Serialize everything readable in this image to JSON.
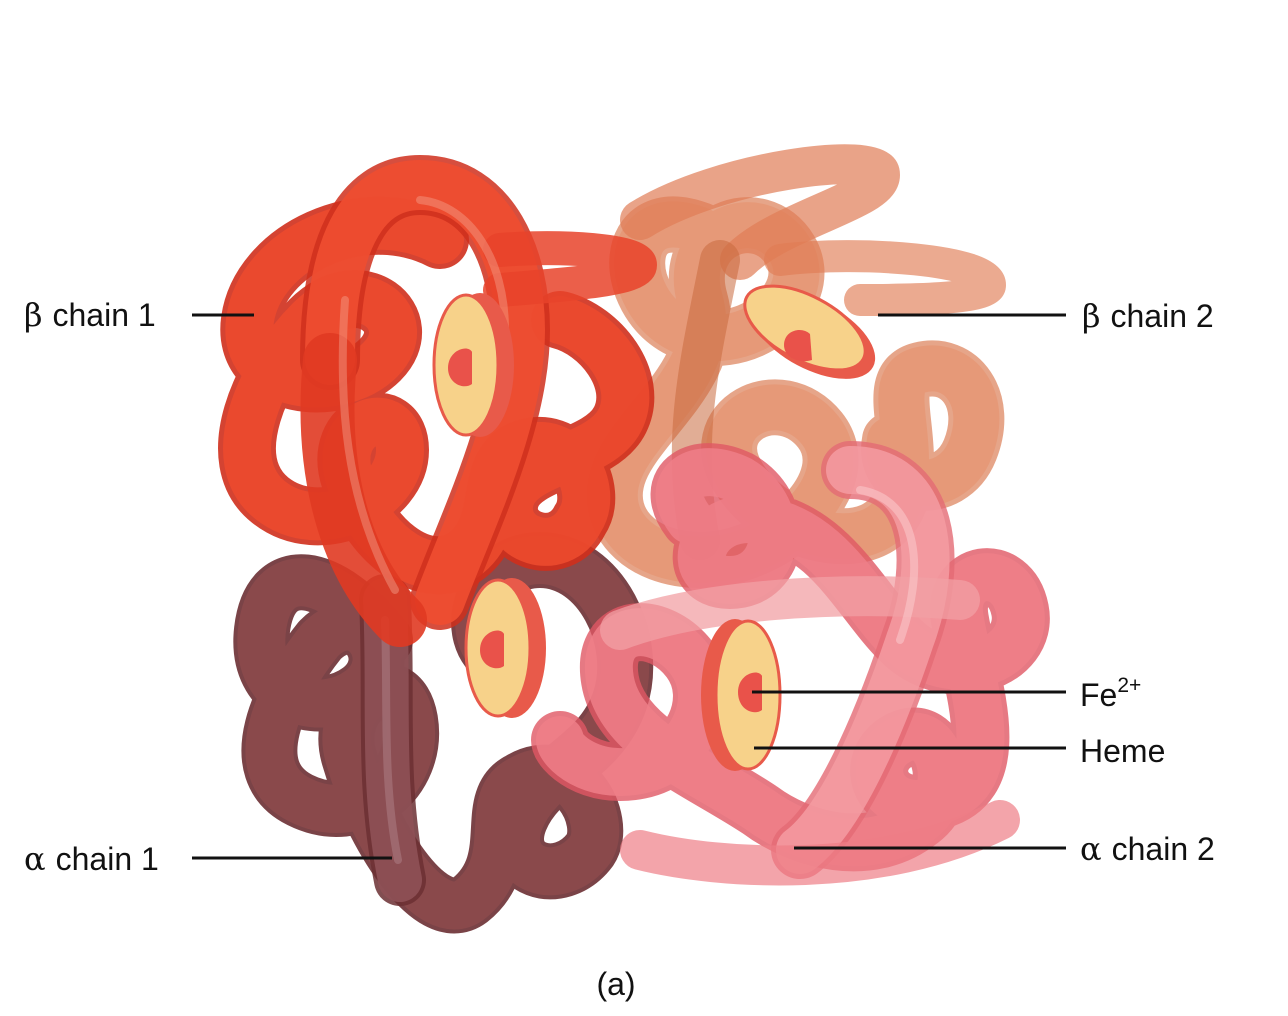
{
  "labels": {
    "beta1": {
      "symbol": "β",
      "text": "chain 1"
    },
    "beta2": {
      "symbol": "β",
      "text": "chain 2"
    },
    "alpha1": {
      "symbol": "α",
      "text": "chain 1"
    },
    "alpha2": {
      "symbol": "α",
      "text": "chain 2"
    },
    "iron": {
      "base": "Fe",
      "superscript": "2+"
    },
    "heme": "Heme"
  },
  "caption": "(a)",
  "colors": {
    "beta1": "#e8432a",
    "beta2": "#e07c55",
    "alpha1": "#8b4a4c",
    "alpha2": "#ec6f78",
    "heme_face": "#f7d28a",
    "heme_rim": "#e85a4a",
    "iron": "#e9524a"
  }
}
